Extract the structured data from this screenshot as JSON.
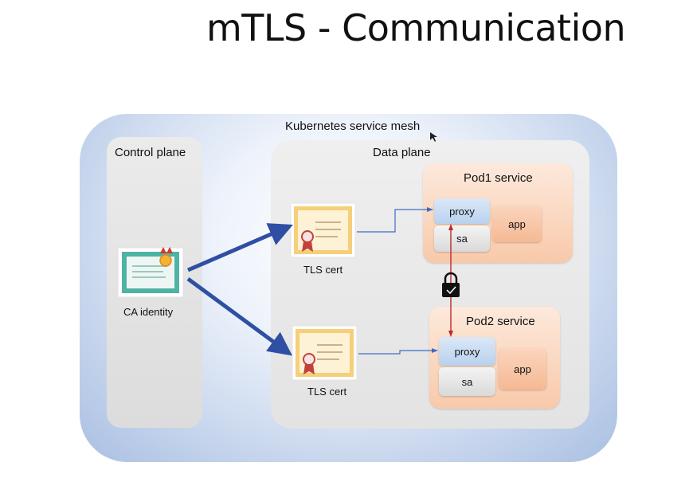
{
  "title": "mTLS - Communication",
  "mesh": {
    "label": "Kubernetes service mesh"
  },
  "control_plane": {
    "label": "Control plane",
    "ca_label": "CA identity"
  },
  "data_plane": {
    "label": "Data plane",
    "certs": [
      "TLS cert",
      "TLS cert"
    ],
    "pods": [
      {
        "name": "Pod1 service",
        "proxy": "proxy",
        "sa": "sa",
        "app": "app"
      },
      {
        "name": "Pod2 service",
        "proxy": "proxy",
        "sa": "sa",
        "app": "app"
      }
    ]
  },
  "icons": [
    "certificate-icon",
    "lock-icon",
    "cursor-icon"
  ],
  "colors": {
    "mesh_edge": "#a9bfe2",
    "pod_fill": "#f8c9a9",
    "proxy_fill": "#b9d1ee",
    "big_arrow": "#2e4fa3",
    "thin_arrow": "#3d6cc4",
    "secure_link": "#c0282b"
  }
}
